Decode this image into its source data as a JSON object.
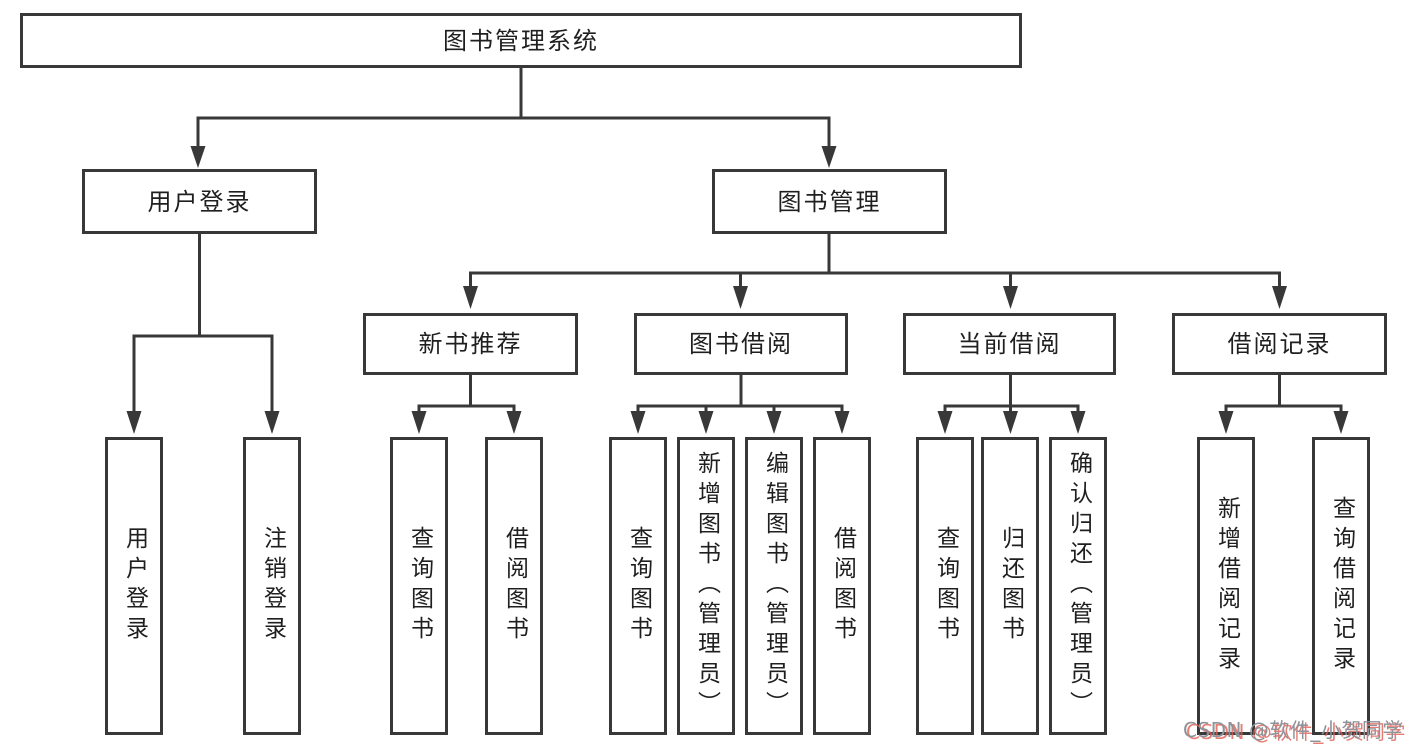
{
  "diagram": {
    "root": {
      "label": "图书管理系统"
    },
    "branches": [
      {
        "label": "用户登录",
        "children": [
          {
            "label": "用户登录"
          },
          {
            "label": "注销登录"
          }
        ]
      },
      {
        "label": "图书管理",
        "children": [
          {
            "label": "新书推荐",
            "children": [
              {
                "label": "查询图书"
              },
              {
                "label": "借阅图书"
              }
            ]
          },
          {
            "label": "图书借阅",
            "children": [
              {
                "label": "查询图书"
              },
              {
                "label": "新增图书（管理员）"
              },
              {
                "label": "编辑图书（管理员）"
              },
              {
                "label": "借阅图书"
              }
            ]
          },
          {
            "label": "当前借阅",
            "children": [
              {
                "label": "查询图书"
              },
              {
                "label": "归还图书"
              },
              {
                "label": "确认归还（管理员）"
              }
            ]
          },
          {
            "label": "借阅记录",
            "children": [
              {
                "label": "新增借阅记录"
              },
              {
                "label": "查询借阅记录"
              }
            ]
          }
        ]
      }
    ]
  },
  "watermark": {
    "text": "CSDN @软件_小贺同学"
  },
  "colors": {
    "line": "#383838",
    "box_border": "#383838",
    "text": "#1f1f1f",
    "background": "#ffffff",
    "watermark_gray": "#8d9399",
    "watermark_red": "#e25c54"
  }
}
